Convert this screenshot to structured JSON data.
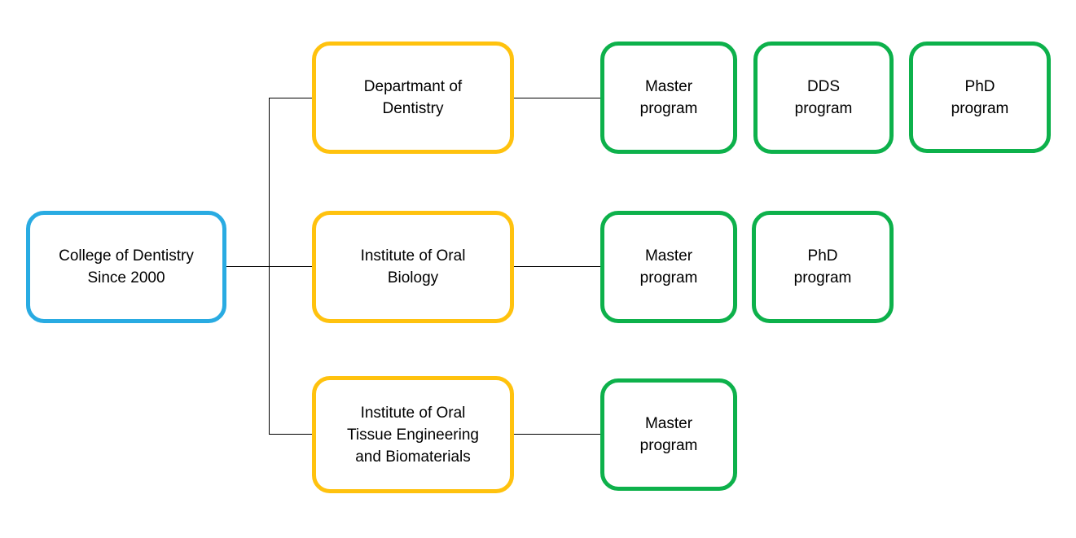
{
  "diagram": {
    "type": "org-chart",
    "colors": {
      "root_border": "#29ABE2",
      "branch_border": "#FFC20E",
      "program_border": "#0DB14B",
      "connector": "#000000",
      "text": "#000000",
      "background": "#FFFFFF"
    },
    "root": {
      "label": "College of Dentistry\nSince 2000"
    },
    "branches": [
      {
        "label": "Departmant of\nDentistry",
        "programs": [
          {
            "label": "Master\nprogram"
          },
          {
            "label": "DDS\nprogram"
          },
          {
            "label": "PhD\nprogram"
          }
        ]
      },
      {
        "label": "Institute of Oral\nBiology",
        "programs": [
          {
            "label": "Master\nprogram"
          },
          {
            "label": "PhD\nprogram"
          }
        ]
      },
      {
        "label": "Institute of Oral\nTissue Engineering\nand Biomaterials",
        "programs": [
          {
            "label": "Master\nprogram"
          }
        ]
      }
    ]
  }
}
